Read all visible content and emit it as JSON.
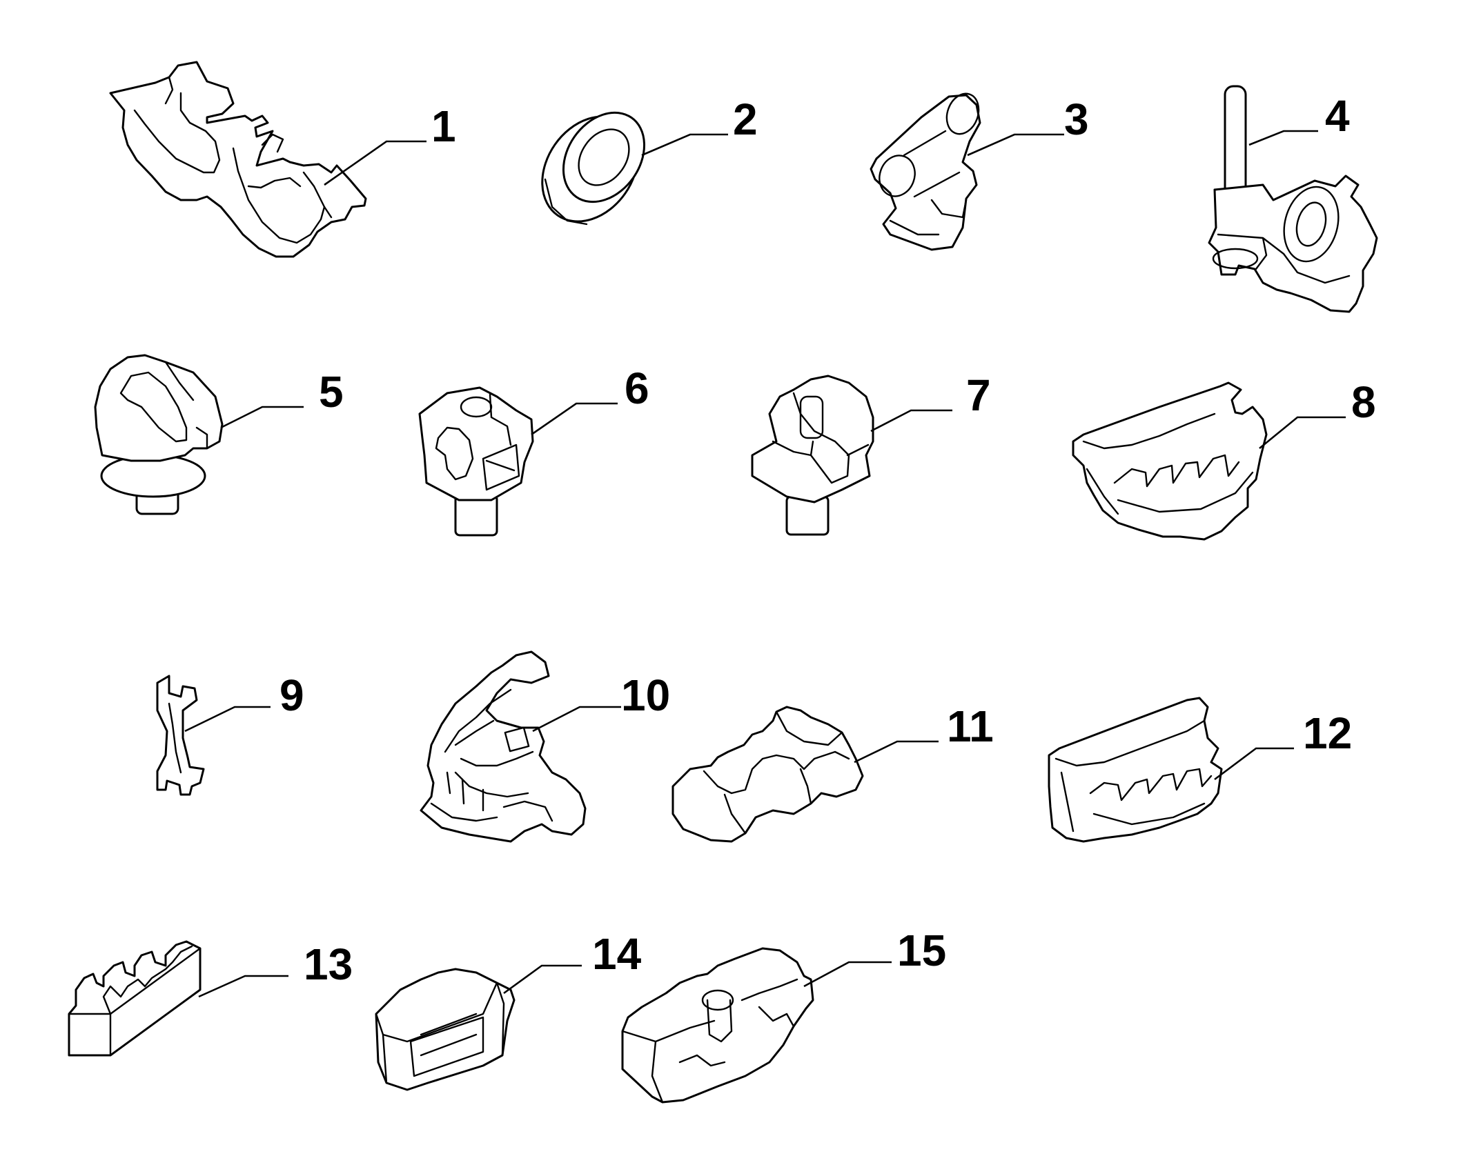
{
  "diagram": {
    "background": "#ffffff",
    "line_color": "#000000",
    "parts": [
      {
        "id": "part-1",
        "label": "1"
      },
      {
        "id": "part-2",
        "label": "2"
      },
      {
        "id": "part-3",
        "label": "3"
      },
      {
        "id": "part-4",
        "label": "4"
      },
      {
        "id": "part-5",
        "label": "5"
      },
      {
        "id": "part-6",
        "label": "6"
      },
      {
        "id": "part-7",
        "label": "7"
      },
      {
        "id": "part-8",
        "label": "8"
      },
      {
        "id": "part-9",
        "label": "9"
      },
      {
        "id": "part-10",
        "label": "10"
      },
      {
        "id": "part-11",
        "label": "11"
      },
      {
        "id": "part-12",
        "label": "12"
      },
      {
        "id": "part-13",
        "label": "13"
      },
      {
        "id": "part-14",
        "label": "14"
      },
      {
        "id": "part-15",
        "label": "15"
      }
    ]
  }
}
